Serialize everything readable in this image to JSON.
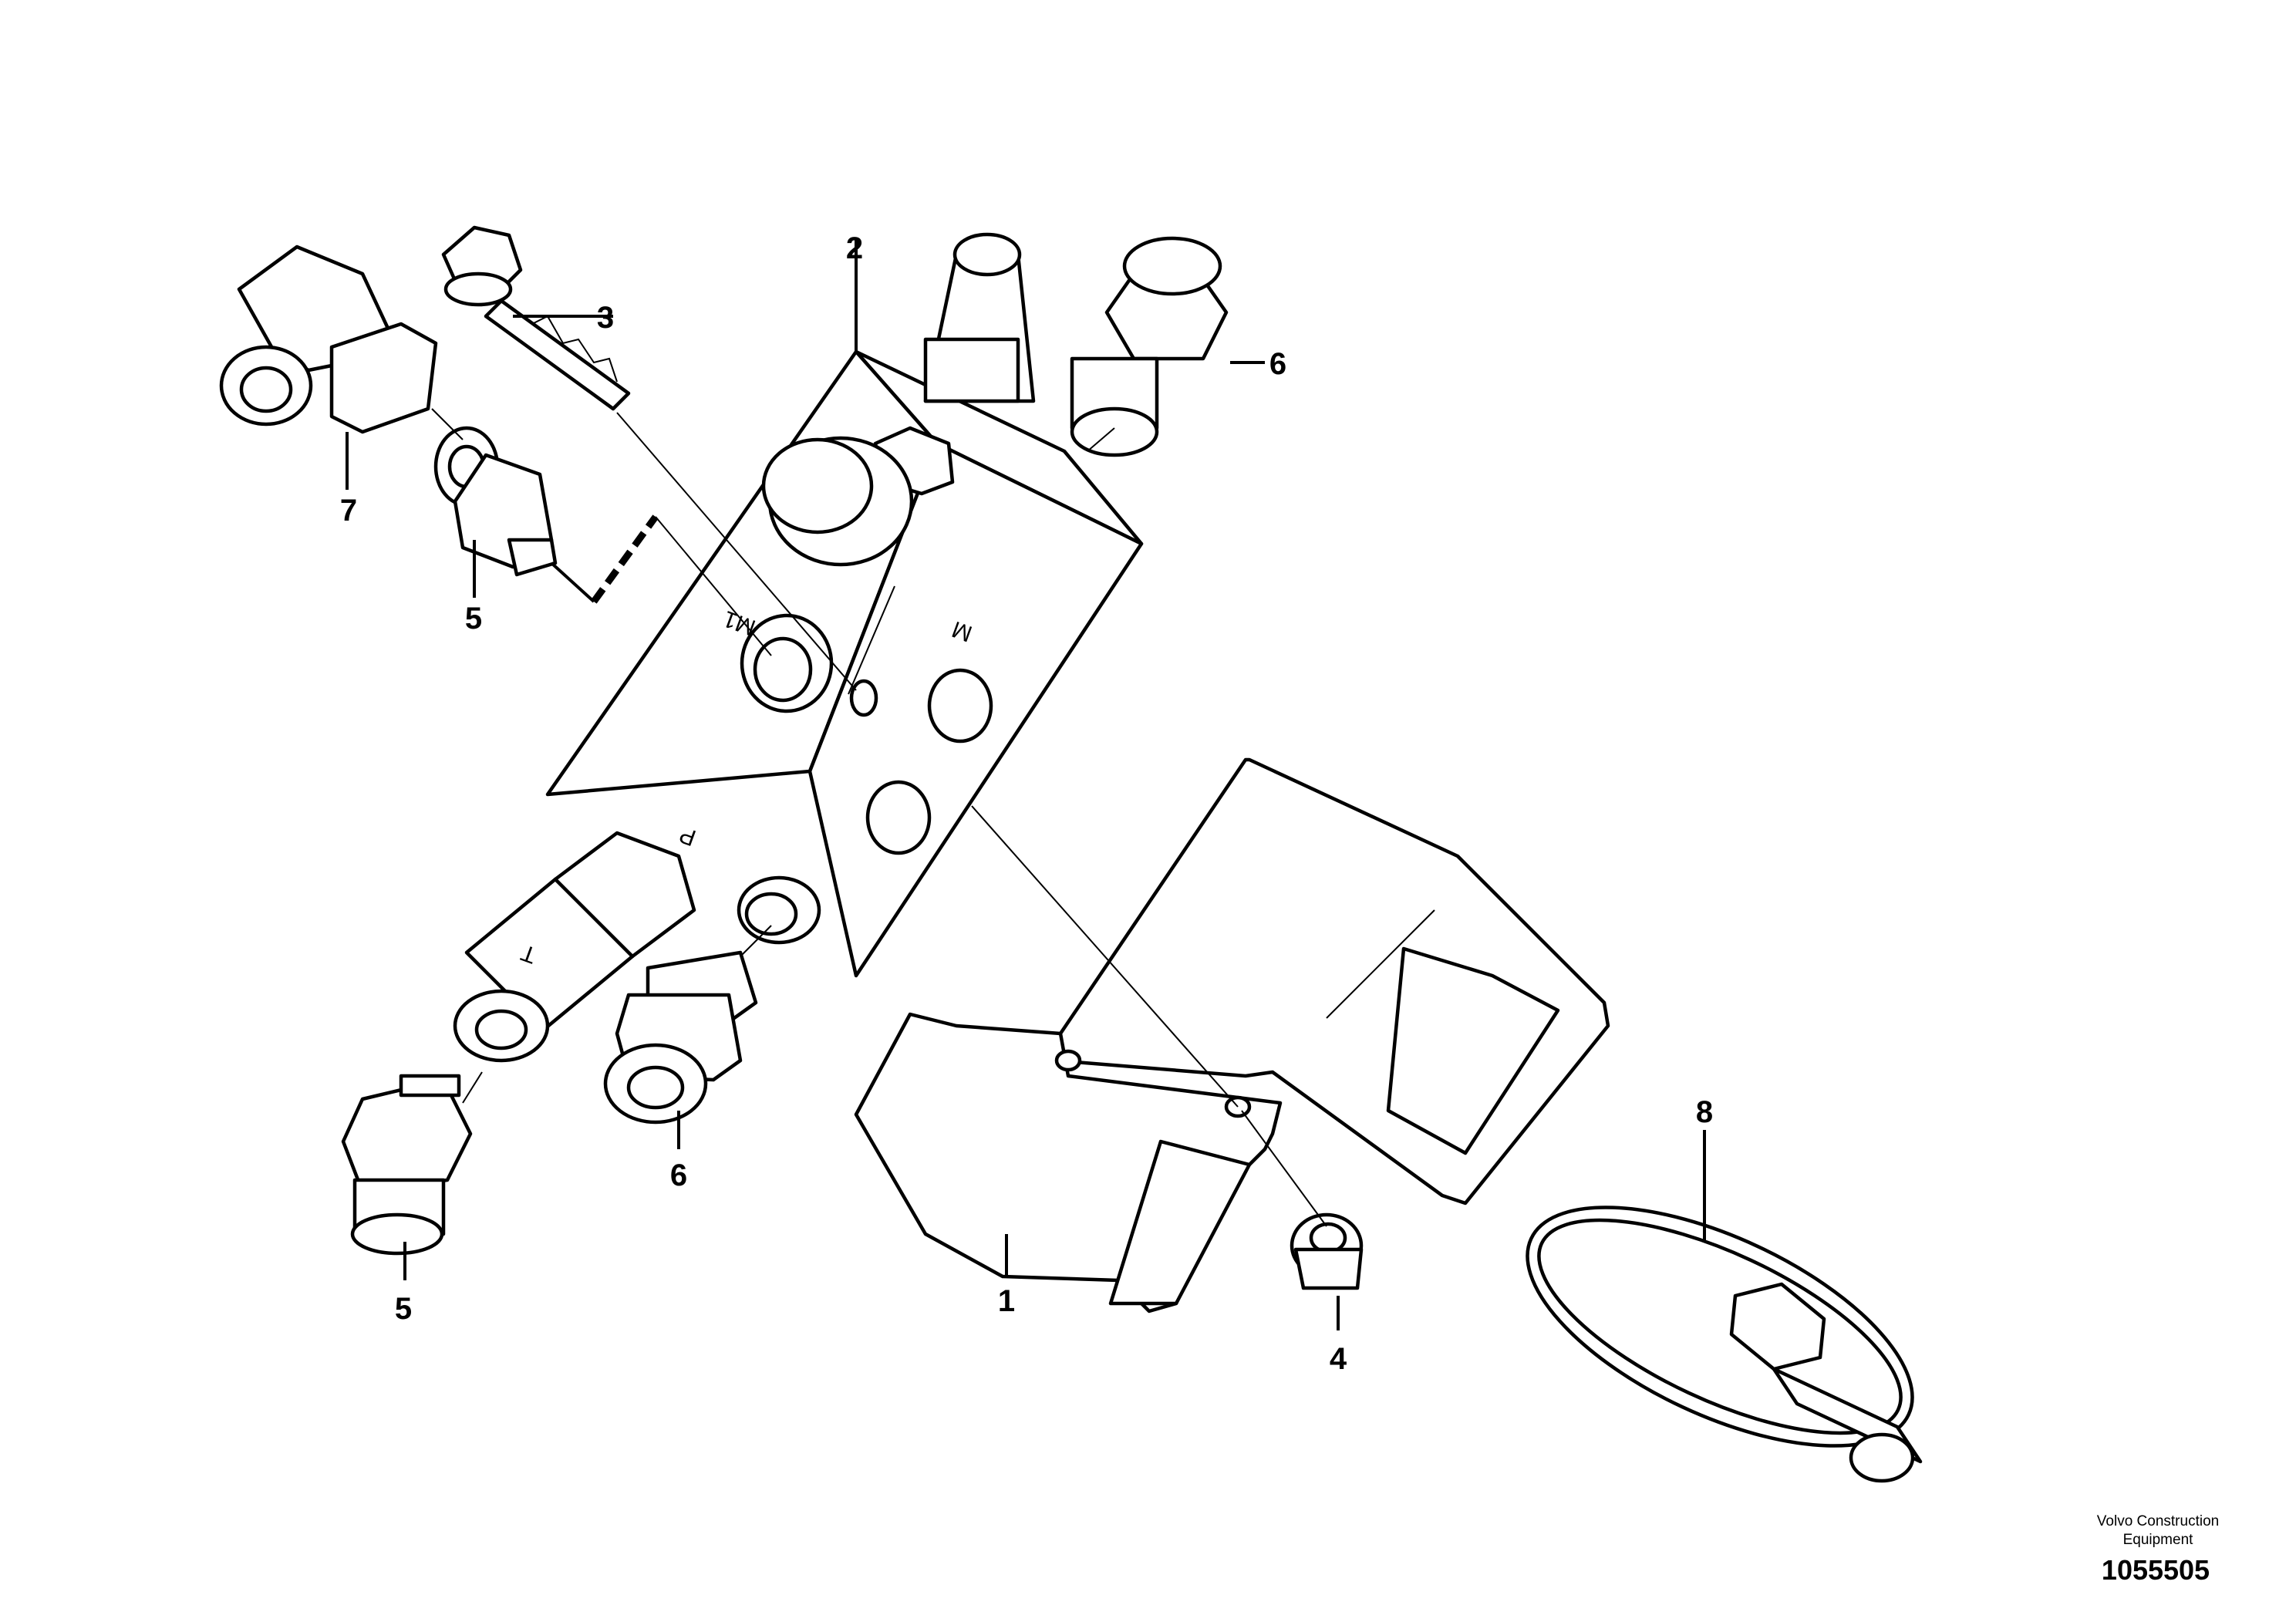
{
  "callouts": [
    {
      "id": "callout-1",
      "label": "1"
    },
    {
      "id": "callout-2",
      "label": "2"
    },
    {
      "id": "callout-3",
      "label": "3"
    },
    {
      "id": "callout-4",
      "label": "4"
    },
    {
      "id": "callout-5-upper",
      "label": "5"
    },
    {
      "id": "callout-5-lower",
      "label": "5"
    },
    {
      "id": "callout-6-upper",
      "label": "6"
    },
    {
      "id": "callout-6-lower",
      "label": "6"
    },
    {
      "id": "callout-7",
      "label": "7"
    },
    {
      "id": "callout-8",
      "label": "8"
    }
  ],
  "port_markings": {
    "m1": "M1",
    "m": "M",
    "t": "T",
    "p": "P"
  },
  "credit": {
    "line1": "Volvo Construction",
    "line2": "Equipment",
    "document_number": "1055505"
  }
}
